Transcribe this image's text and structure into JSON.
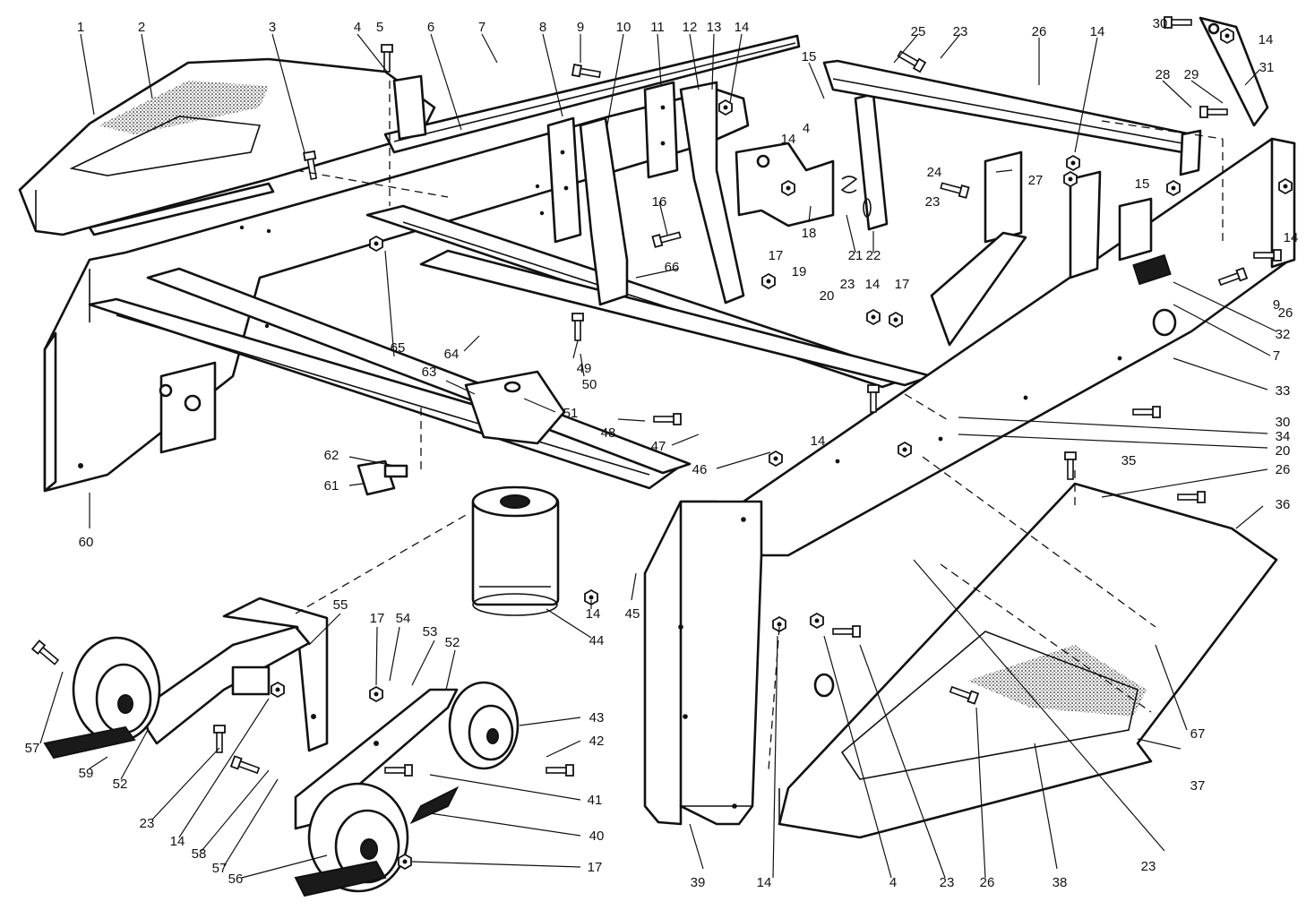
{
  "callouts": [
    {
      "label": "1",
      "name": "callout-1"
    },
    {
      "label": "2",
      "name": "callout-2"
    },
    {
      "label": "3",
      "name": "callout-3"
    },
    {
      "label": "4",
      "name": "callout-4-top"
    },
    {
      "label": "5",
      "name": "callout-5"
    },
    {
      "label": "6",
      "name": "callout-6"
    },
    {
      "label": "7",
      "name": "callout-7-top"
    },
    {
      "label": "8",
      "name": "callout-8"
    },
    {
      "label": "9",
      "name": "callout-9-top"
    },
    {
      "label": "10",
      "name": "callout-10"
    },
    {
      "label": "11",
      "name": "callout-11"
    },
    {
      "label": "12",
      "name": "callout-12"
    },
    {
      "label": "13",
      "name": "callout-13"
    },
    {
      "label": "14",
      "name": "callout-14-top"
    },
    {
      "label": "15",
      "name": "callout-15-top"
    },
    {
      "label": "4",
      "name": "callout-4-mid"
    },
    {
      "label": "14",
      "name": "callout-14-bracket"
    },
    {
      "label": "25",
      "name": "callout-25"
    },
    {
      "label": "23",
      "name": "callout-23-top"
    },
    {
      "label": "26",
      "name": "callout-26-top"
    },
    {
      "label": "14",
      "name": "callout-14-rail"
    },
    {
      "label": "28",
      "name": "callout-28"
    },
    {
      "label": "30",
      "name": "callout-30-top"
    },
    {
      "label": "29",
      "name": "callout-29"
    },
    {
      "label": "14",
      "name": "callout-14-topright"
    },
    {
      "label": "31",
      "name": "callout-31"
    },
    {
      "label": "24",
      "name": "callout-24"
    },
    {
      "label": "23",
      "name": "callout-23-mid"
    },
    {
      "label": "27",
      "name": "callout-27"
    },
    {
      "label": "15",
      "name": "callout-15-right"
    },
    {
      "label": "14",
      "name": "callout-14-right"
    },
    {
      "label": "16",
      "name": "callout-16"
    },
    {
      "label": "18",
      "name": "callout-18"
    },
    {
      "label": "21",
      "name": "callout-21"
    },
    {
      "label": "22",
      "name": "callout-22"
    },
    {
      "label": "66",
      "name": "callout-66"
    },
    {
      "label": "17",
      "name": "callout-17-top"
    },
    {
      "label": "19",
      "name": "callout-19"
    },
    {
      "label": "20",
      "name": "callout-20-top"
    },
    {
      "label": "23",
      "name": "callout-23-center"
    },
    {
      "label": "14",
      "name": "callout-14-center"
    },
    {
      "label": "17",
      "name": "callout-17-center"
    },
    {
      "label": "9",
      "name": "callout-9-right"
    },
    {
      "label": "26",
      "name": "callout-26-right"
    },
    {
      "label": "32",
      "name": "callout-32"
    },
    {
      "label": "7",
      "name": "callout-7-right"
    },
    {
      "label": "33",
      "name": "callout-33"
    },
    {
      "label": "30",
      "name": "callout-30-right"
    },
    {
      "label": "34",
      "name": "callout-34"
    },
    {
      "label": "20",
      "name": "callout-20-right"
    },
    {
      "label": "14",
      "name": "callout-14-plate"
    },
    {
      "label": "35",
      "name": "callout-35"
    },
    {
      "label": "26",
      "name": "callout-26-plate"
    },
    {
      "label": "36",
      "name": "callout-36"
    },
    {
      "label": "65",
      "name": "callout-65"
    },
    {
      "label": "64",
      "name": "callout-64"
    },
    {
      "label": "49",
      "name": "callout-49"
    },
    {
      "label": "50",
      "name": "callout-50"
    },
    {
      "label": "63",
      "name": "callout-63"
    },
    {
      "label": "51",
      "name": "callout-51"
    },
    {
      "label": "48",
      "name": "callout-48"
    },
    {
      "label": "47",
      "name": "callout-47"
    },
    {
      "label": "46",
      "name": "callout-46"
    },
    {
      "label": "62",
      "name": "callout-62"
    },
    {
      "label": "61",
      "name": "callout-61"
    },
    {
      "label": "60",
      "name": "callout-60"
    },
    {
      "label": "14",
      "name": "callout-14-filter"
    },
    {
      "label": "45",
      "name": "callout-45"
    },
    {
      "label": "44",
      "name": "callout-44"
    },
    {
      "label": "55",
      "name": "callout-55"
    },
    {
      "label": "17",
      "name": "callout-17-idler"
    },
    {
      "label": "54",
      "name": "callout-54"
    },
    {
      "label": "53",
      "name": "callout-53"
    },
    {
      "label": "52",
      "name": "callout-52-top"
    },
    {
      "label": "43",
      "name": "callout-43"
    },
    {
      "label": "42",
      "name": "callout-42"
    },
    {
      "label": "41",
      "name": "callout-41"
    },
    {
      "label": "40",
      "name": "callout-40"
    },
    {
      "label": "17",
      "name": "callout-17-bottom"
    },
    {
      "label": "57",
      "name": "callout-57-left"
    },
    {
      "label": "59",
      "name": "callout-59"
    },
    {
      "label": "52",
      "name": "callout-52-left"
    },
    {
      "label": "23",
      "name": "callout-23-idler"
    },
    {
      "label": "14",
      "name": "callout-14-idler"
    },
    {
      "label": "58",
      "name": "callout-58"
    },
    {
      "label": "57",
      "name": "callout-57-mid"
    },
    {
      "label": "56",
      "name": "callout-56"
    },
    {
      "label": "39",
      "name": "callout-39"
    },
    {
      "label": "14",
      "name": "callout-14-bottom"
    },
    {
      "label": "4",
      "name": "callout-4-bottom"
    },
    {
      "label": "23",
      "name": "callout-23-bottom"
    },
    {
      "label": "26",
      "name": "callout-26-bottom"
    },
    {
      "label": "38",
      "name": "callout-38"
    },
    {
      "label": "23",
      "name": "callout-23-plate"
    },
    {
      "label": "37",
      "name": "callout-37"
    },
    {
      "label": "67",
      "name": "callout-67"
    }
  ],
  "icons": {
    "pulley": "pulley-icon",
    "bolt": "bolt-icon",
    "nut": "nut-icon",
    "oil_filter": "oil-filter-icon",
    "spring": "spring-icon",
    "belt": "belt-icon"
  },
  "colors": {
    "ink": "#111111",
    "paper": "#ffffff"
  }
}
